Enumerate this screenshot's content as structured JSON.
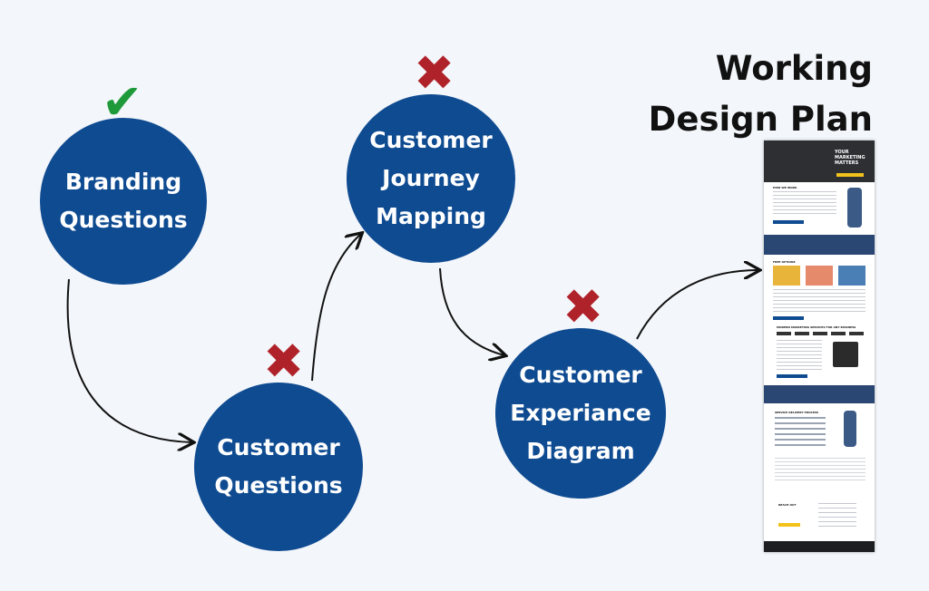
{
  "title": "Working\nDesign Plan",
  "nodes": [
    {
      "id": "branding",
      "label": "Branding\nQuestions",
      "status": "check"
    },
    {
      "id": "customer-questions",
      "label": "Customer\nQuestions",
      "status": "cross"
    },
    {
      "id": "journey",
      "label": "Customer\nJourney\nMapping",
      "status": "cross"
    },
    {
      "id": "experience",
      "label": "Customer\nExperiance\nDiagram",
      "status": "cross"
    }
  ],
  "colors": {
    "node": "#0f4b91",
    "check": "#1f9a3a",
    "cross": "#b0222a",
    "arrow": "#111111"
  },
  "mockup": {
    "hero_heading": "YOUR\nMARKETING\nMATTERS",
    "section_headings": [
      "HOW WE WORK",
      "FREE OPTIONS",
      "MODERN MARKETING SERVICES FOR ANY BUSINESS",
      "SERVICE DELIVERY PROCESS",
      "REACH OUT"
    ]
  }
}
